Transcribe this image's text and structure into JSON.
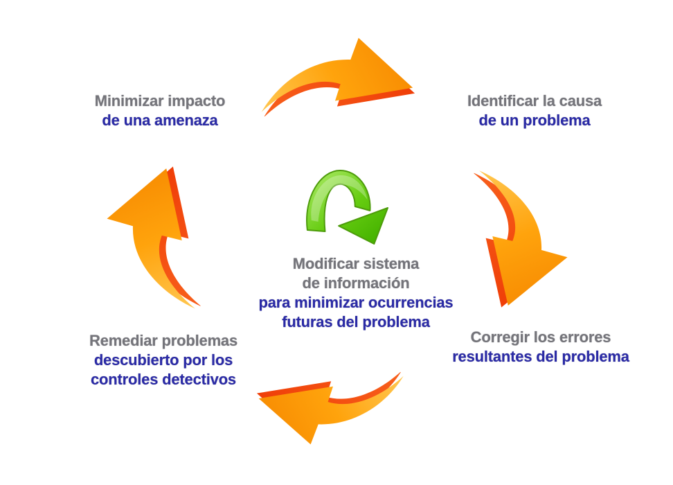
{
  "palette": {
    "background": "#ffffff",
    "text_primary": "#74747a",
    "text_accent": "#2a2aa6",
    "arrow_orange_light": "#ffc853",
    "arrow_orange": "#ffa30c",
    "arrow_orange_deep": "#f68800",
    "arrow_red_light": "#f8601c",
    "arrow_red_edge": "#ee3a05",
    "arrow_green_light": "#a9e962",
    "arrow_green": "#66cc11",
    "arrow_green_deep": "#46b300",
    "arrow_green_edge": "#4d9b0b"
  },
  "labels": {
    "identify_cause": {
      "line1": "Identificar la causa",
      "line2": "de un problema"
    },
    "correct_errors": {
      "line1": "Corregir los errores",
      "line2": "resultantes del problema"
    },
    "modify_system": {
      "line1": "Modificar sistema",
      "line2": "de información",
      "line3": "para minimizar ocurrencias",
      "line4": "futuras del problema"
    },
    "remediate_problems": {
      "line1": "Remediar problemas",
      "line2": "descubierto por los",
      "line3": "controles detectivos"
    },
    "minimize_impact": {
      "line1": "Minimizar impacto",
      "line2": "de una amenaza"
    }
  },
  "icons": {
    "cycle_arrow_top": "orange-curved-arrow-pointing-right",
    "cycle_arrow_right": "orange-curved-arrow-pointing-down",
    "cycle_arrow_bottom": "orange-curved-arrow-pointing-left",
    "cycle_arrow_left": "orange-curved-arrow-pointing-up",
    "center_arrow": "green-loop-arrow-pointing-down-right"
  }
}
